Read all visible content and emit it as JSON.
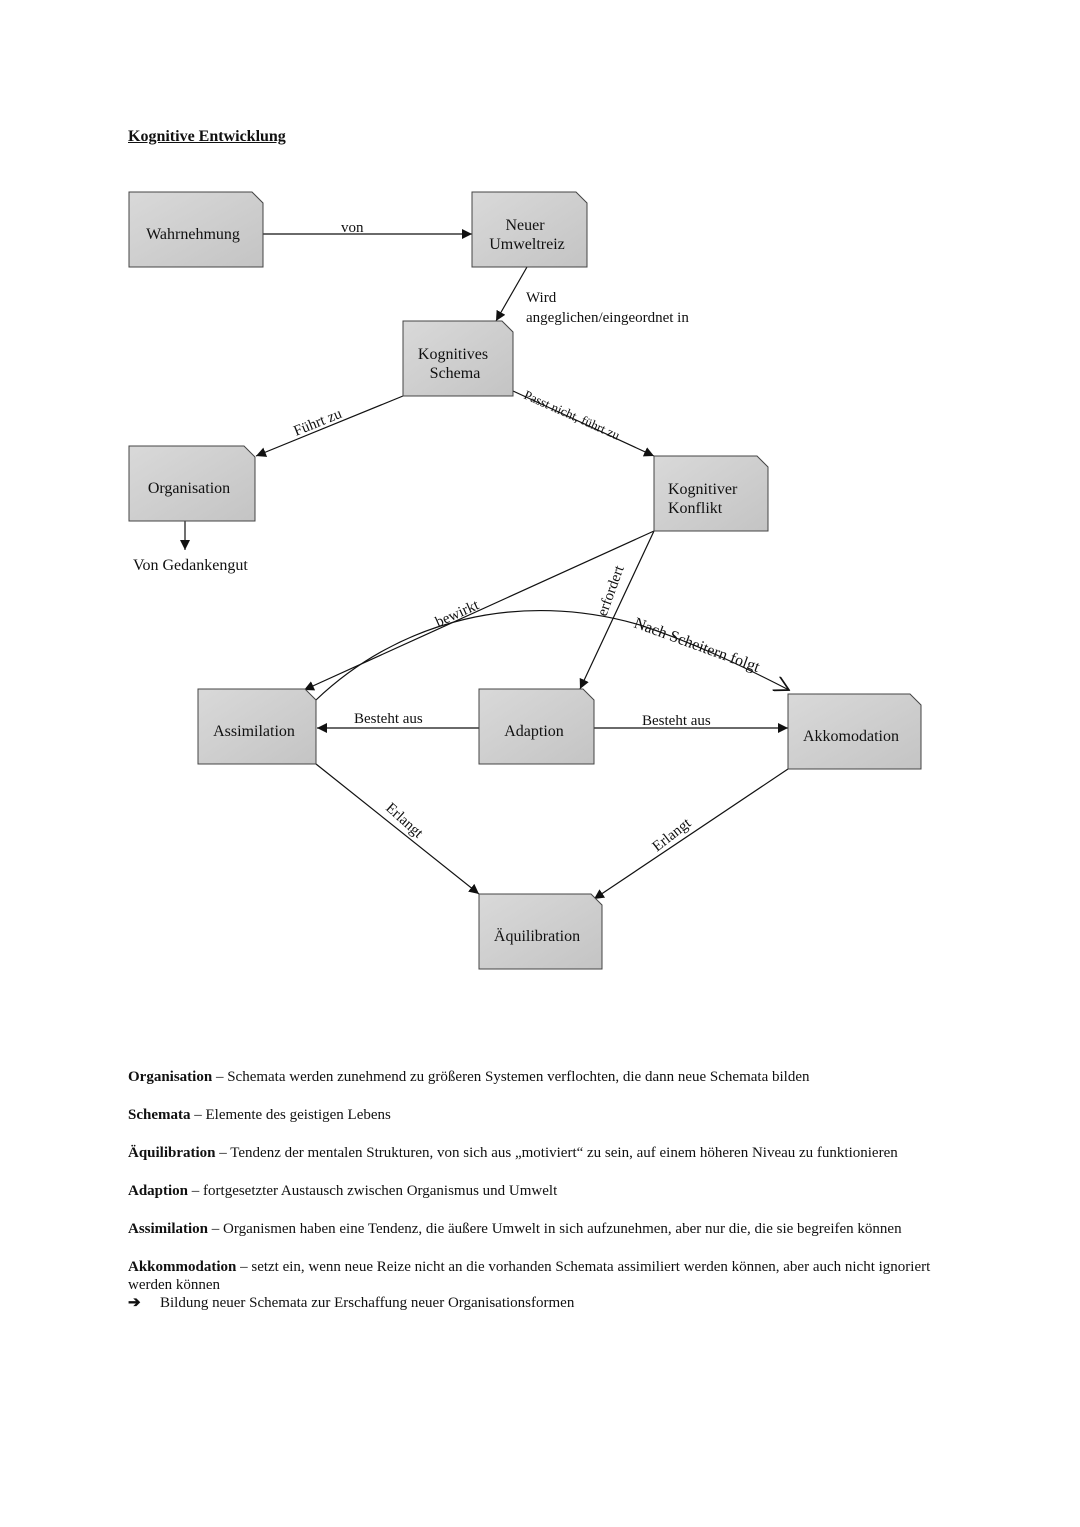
{
  "title": "Kognitive Entwicklung",
  "nodes": {
    "wahrnehmung": [
      "Wahrnehmung"
    ],
    "neuer_umweltreiz": [
      "Neuer",
      "Umweltreiz"
    ],
    "kognitives_schema": [
      "Kognitives",
      "Schema"
    ],
    "organisation": [
      "Organisation"
    ],
    "kognitiver_konflikt": [
      "Kognitiver",
      "Konflikt"
    ],
    "assimilation": [
      "Assimilation"
    ],
    "adaption": [
      "Adaption"
    ],
    "akkomodation": [
      "Akkomodation"
    ],
    "aequilibration": [
      "Äquilibration"
    ]
  },
  "edges": {
    "von": "von",
    "wird": [
      "Wird",
      "angeglichen/eingeordnet in"
    ],
    "fuehrt_zu": "Führt zu",
    "passt_nicht": "Passt nicht, führt zu",
    "von_gedankengut": "Von Gedankengut",
    "bewirkt": "bewirkt",
    "erfordert": "erfordert",
    "nach_scheitern": "Nach Scheitern folgt",
    "besteht_aus_left": "Besteht aus",
    "besteht_aus_right": "Besteht aus",
    "erlangt_left": "Erlangt",
    "erlangt_right": "Erlangt"
  },
  "glossary": [
    {
      "term": "Organisation",
      "definition": " – Schemata werden zunehmend zu größeren Systemen verflochten, die dann neue Schemata bilden"
    },
    {
      "term": "Schemata",
      "definition": " – Elemente des geistigen Lebens"
    },
    {
      "term": "Äquilibration",
      "definition": " – Tendenz der mentalen Strukturen, von sich aus „motiviert“ zu sein, auf einem höheren Niveau zu funktionieren"
    },
    {
      "term": "Adaption",
      "definition": " – fortgesetzter Austausch zwischen Organismus und Umwelt"
    },
    {
      "term": "Assimilation",
      "definition": " – Organismen haben eine Tendenz, die äußere Umwelt in sich aufzunehmen, aber nur die, die sie begreifen können"
    },
    {
      "term": "Akkommodation",
      "definition": " – setzt ein, wenn neue Reize nicht an die vorhanden Schemata assimiliert werden können, aber auch nicht ignoriert werden können"
    }
  ],
  "conclusion": {
    "icon": "arrow-right-icon",
    "text": "Bildung neuer Schemata zur Erschaffung neuer Organisationsformen"
  }
}
